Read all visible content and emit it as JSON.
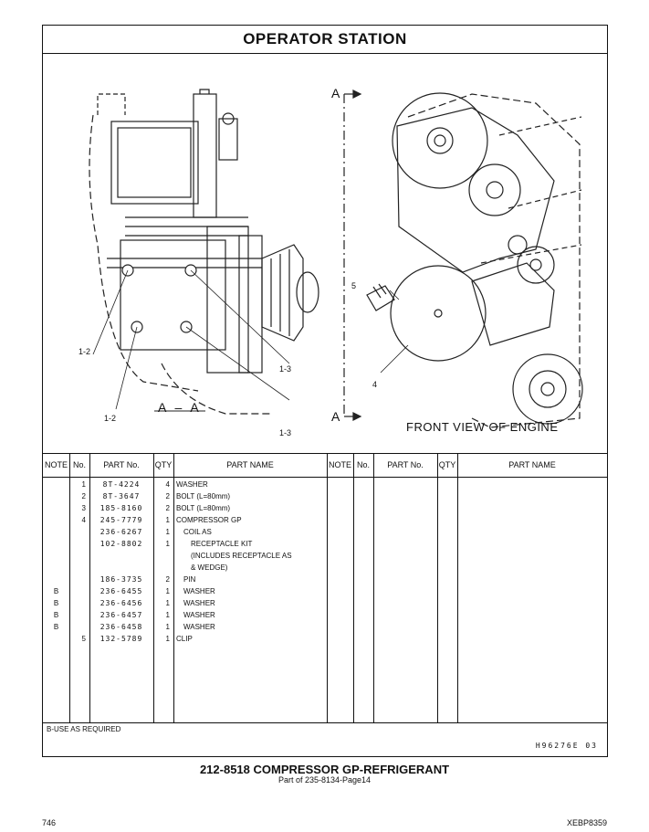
{
  "title": "OPERATOR  STATION",
  "drawing": {
    "section_marker_top": "A",
    "section_marker_bottom": "A",
    "section_label": "A – A",
    "view_caption": "FRONT VIEW OF ENGINE",
    "callouts": [
      "1-2",
      "1-2",
      "1-3",
      "1-3",
      "5",
      "4"
    ]
  },
  "table": {
    "headers": [
      "NOTE",
      "No.",
      "PART No.",
      "QTY",
      "PART NAME",
      "NOTE",
      "No.",
      "PART No.",
      "QTY",
      "PART NAME"
    ],
    "rows": [
      {
        "note": "",
        "no": "1",
        "part": "8T-4224",
        "qty": "4",
        "name": "WASHER"
      },
      {
        "note": "",
        "no": "2",
        "part": "8T-3647",
        "qty": "2",
        "name": "BOLT (L=80mm)"
      },
      {
        "note": "",
        "no": "3",
        "part": "185-8160",
        "qty": "2",
        "name": "BOLT (L=80mm)"
      },
      {
        "note": "",
        "no": "4",
        "part": "245-7779",
        "qty": "1",
        "name": "COMPRESSOR GP"
      },
      {
        "note": "",
        "no": "",
        "part": "236-6267",
        "qty": "1",
        "name": "COIL AS"
      },
      {
        "note": "",
        "no": "",
        "part": "102-8802",
        "qty": "1",
        "name": "RECEPTACLE KIT"
      },
      {
        "note": "",
        "no": "",
        "part": "",
        "qty": "",
        "name": "(INCLUDES RECEPTACLE AS"
      },
      {
        "note": "",
        "no": "",
        "part": "",
        "qty": "",
        "name": "& WEDGE)"
      },
      {
        "note": "",
        "no": "",
        "part": "186-3735",
        "qty": "2",
        "name": "PIN"
      },
      {
        "note": "B",
        "no": "",
        "part": "236-6455",
        "qty": "1",
        "name": "WASHER"
      },
      {
        "note": "B",
        "no": "",
        "part": "236-6456",
        "qty": "1",
        "name": "WASHER"
      },
      {
        "note": "B",
        "no": "",
        "part": "236-6457",
        "qty": "1",
        "name": "WASHER"
      },
      {
        "note": "B",
        "no": "",
        "part": "236-6458",
        "qty": "1",
        "name": "WASHER"
      },
      {
        "note": "",
        "no": "5",
        "part": "132-5789",
        "qty": "1",
        "name": "CLIP"
      }
    ],
    "footnote": "B-USE AS REQUIRED",
    "illustration_no": "H96276E   03"
  },
  "subtitle": "212-8518  COMPRESSOR GP-REFRIGERANT",
  "subsubtitle": "Part of 235-8134-Page14",
  "page_number": "746",
  "doc_number": "XEBP8359"
}
